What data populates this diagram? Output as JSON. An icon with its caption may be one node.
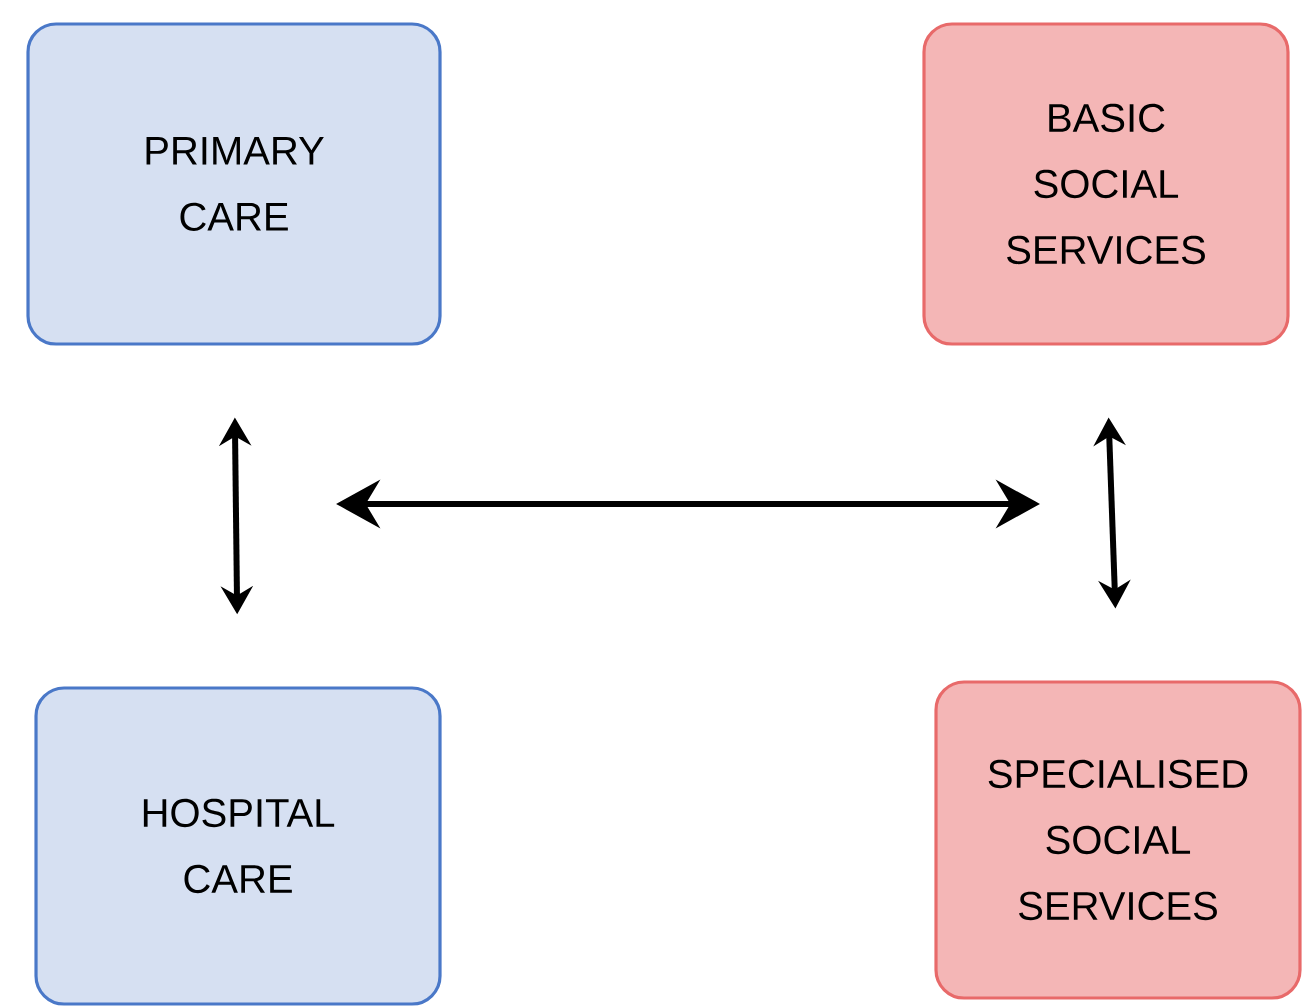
{
  "diagram": {
    "nodes": [
      {
        "text": [
          "PRIMARY CARE"
        ]
      },
      {
        "text": [
          "BASIC SOCIAL SERVICES"
        ]
      },
      {
        "text": [
          "HOSPITAL CARE"
        ]
      },
      {
        "text": [
          "SPECIALISED SOCIAL SERVICES"
        ]
      }
    ],
    "edges": [
      {
        "from": 0,
        "to": 2,
        "arrow": "both"
      },
      {
        "from": 1,
        "to": 3,
        "arrow": "both"
      }
    ]
  }
}
